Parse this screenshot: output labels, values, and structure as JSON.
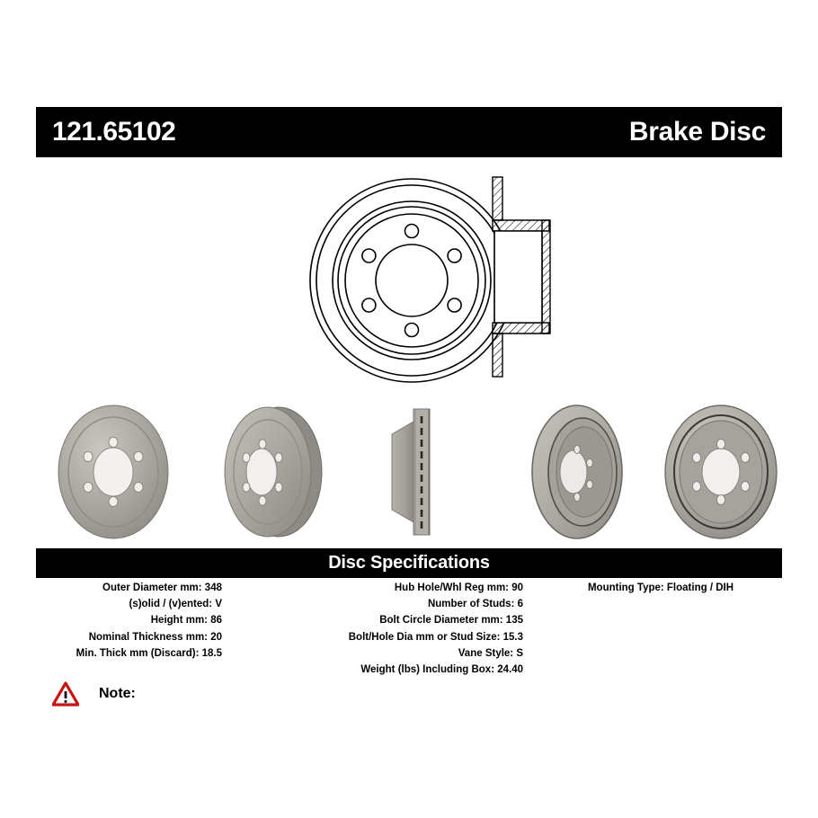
{
  "header": {
    "part_number": "121.65102",
    "product_type": "Brake Disc"
  },
  "drawing": {
    "front_view_name": "rotor-front-view-drawing",
    "section_view_name": "rotor-cross-section-drawing",
    "stud_holes": 6
  },
  "photos": [
    {
      "label": "rotor-face-view-photo"
    },
    {
      "label": "rotor-angled-front-photo"
    },
    {
      "label": "rotor-edge-vented-photo"
    },
    {
      "label": "rotor-angled-rear-photo"
    },
    {
      "label": "rotor-rear-face-photo"
    }
  ],
  "specs": {
    "title": "Disc Specifications",
    "column1": [
      "Outer Diameter mm: 348",
      "(s)olid / (v)ented: V",
      "Height mm: 86",
      "Nominal Thickness mm: 20",
      "Min. Thick mm (Discard): 18.5"
    ],
    "column2": [
      "Hub Hole/Whl Reg mm: 90",
      "Number of Studs: 6",
      "Bolt Circle Diameter mm: 135",
      "Bolt/Hole Dia mm or Stud Size: 15.3",
      "Vane Style: S",
      "Weight (lbs) Including Box: 24.40"
    ],
    "column3": [
      "Mounting Type: Floating / DIH"
    ]
  },
  "note": {
    "icon": "warning-triangle-icon",
    "label": "Note:",
    "text": ""
  },
  "colors": {
    "bar_background": "#000000",
    "bar_text": "#ffffff",
    "page_background": "#ffffff",
    "warning_red": "#cc1111",
    "rotor_gray": "#9d9a95"
  }
}
